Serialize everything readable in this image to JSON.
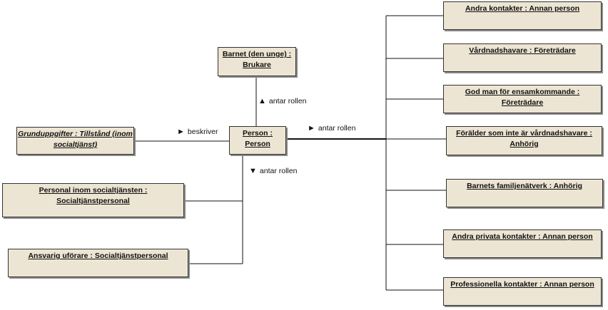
{
  "colors": {
    "box_fill": "#ede5d3",
    "box_border": "#333333",
    "line": "#111111",
    "shadow": "#8a8a8a"
  },
  "boxes": {
    "barnet": "Barnet (den unge) : Brukare",
    "person": "Person : Person",
    "grund": "Grunduppgifter : Tillstånd (inom socialtjänst)",
    "personal": "Personal inom socialtjänsten : Socialtjänstpersonal",
    "ansvarig": "Ansvarig uförare : Socialtjänstpersonal",
    "andra_kontakter": "Andra kontakter : Annan person",
    "vardnadshavare": "Vårdnadshavare : Företrädare",
    "god_man": "God man för ensamkommande : Företrädare",
    "foralder": "Förälder som inte är vårdnadshavare : Anhörig",
    "familjenatverk": "Barnets familjenätverk : Anhörig",
    "privata": "Andra privata kontakter : Annan person",
    "professionella": "Professionella kontakter : Annan person"
  },
  "labels": {
    "antar_up": "antar rollen",
    "beskriver": "beskriver",
    "antar_right": "antar rollen",
    "antar_down": "antar rollen"
  },
  "arrows": {
    "up": "▲",
    "right": "►",
    "down": "▼"
  }
}
